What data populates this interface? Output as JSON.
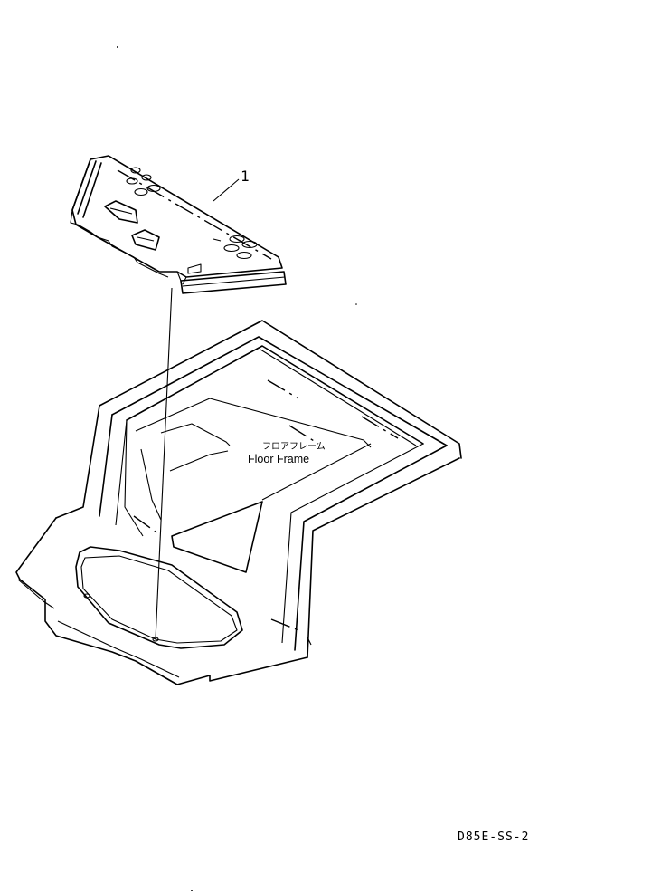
{
  "callouts": [
    {
      "id": "part-1",
      "label": "1"
    }
  ],
  "floor_frame": {
    "label_jp": "フロアフレーム",
    "label_en": "Floor Frame"
  },
  "drawing_code": "D85E-SS-2"
}
